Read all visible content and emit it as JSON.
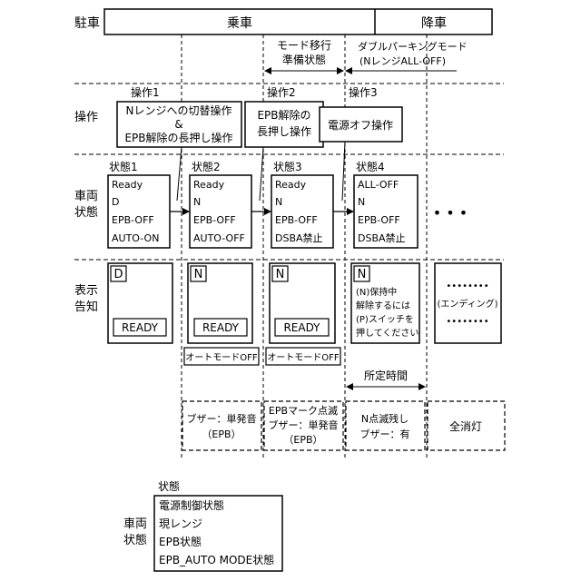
{
  "header": {
    "col_label": "駐車",
    "riding": "乗車",
    "alighting": "降車"
  },
  "mode_labels": {
    "transition_line1": "モード移行",
    "transition_line2": "準備状態",
    "double_line1": "ダブルパーキングモード",
    "double_line2": "(NレンジALL-OFF)"
  },
  "row_labels": {
    "operation": "操作",
    "vehicle_line1": "車両",
    "vehicle_line2": "状態",
    "display_line1": "表示",
    "display_line2": "告知"
  },
  "operations": [
    {
      "title": "操作1",
      "line1": "Nレンジへの切替操作",
      "line2": "&",
      "line3": "EPB解除の長押し操作"
    },
    {
      "title": "操作2",
      "line1": "EPB解除の",
      "line2": "長押し操作"
    },
    {
      "title": "操作3",
      "line1": "電源オフ操作"
    }
  ],
  "states": [
    {
      "title": "状態1",
      "lines": [
        "Ready",
        "D",
        "EPB-OFF",
        "AUTO-ON"
      ]
    },
    {
      "title": "状態2",
      "lines": [
        "Ready",
        "N",
        "EPB-OFF",
        "AUTO-OFF"
      ]
    },
    {
      "title": "状態3",
      "lines": [
        "Ready",
        "N",
        "EPB-OFF",
        "DSBA禁止"
      ]
    },
    {
      "title": "状態4",
      "lines": [
        "ALL-OFF",
        "N",
        "EPB-OFF",
        "DSBA禁止"
      ]
    }
  ],
  "ellipsis": "• • •",
  "displays": [
    {
      "gear": "D",
      "ready": "READY"
    },
    {
      "gear": "N",
      "ready": "READY",
      "sub": "オートモードOFF"
    },
    {
      "gear": "N",
      "ready": "READY",
      "sub": "オートモードOFF"
    },
    {
      "gear": "N",
      "msg": [
        "(N)保持中",
        "解除するには",
        "(P)スイッチを",
        "押してください"
      ]
    },
    {
      "dots": "••••••••",
      "msg": "(エンディング)"
    }
  ],
  "timing_label": "所定時間",
  "buzzers": [
    {
      "lines": [
        "ブザー：単発音",
        "（EPB）"
      ]
    },
    {
      "lines": [
        "EPBマーク点滅",
        "ブザー：単発音",
        "（EPB）"
      ]
    },
    {
      "lines": [
        "N点滅残し",
        "ブザー：有"
      ]
    },
    {
      "lines": [
        "全消灯"
      ]
    }
  ],
  "legend": {
    "side_line1": "車両",
    "side_line2": "状態",
    "title": "状態",
    "items": [
      "電源制御状態",
      "現レンジ",
      "EPB状態",
      "EPB_AUTO MODE状態"
    ]
  }
}
